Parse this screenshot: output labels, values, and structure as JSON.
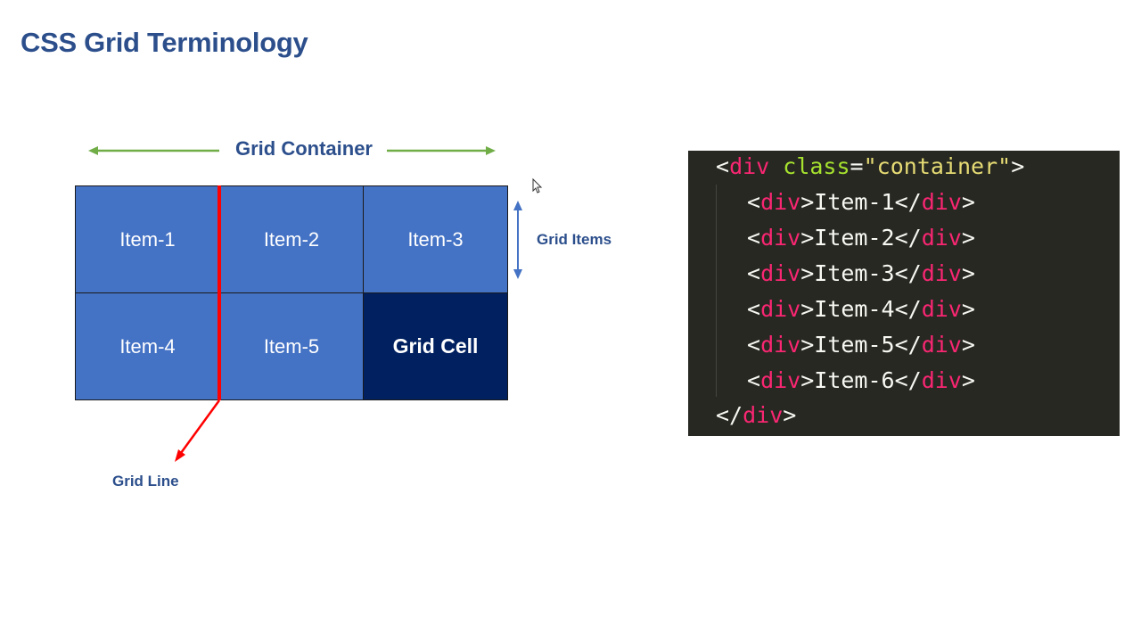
{
  "slide": {
    "title": "CSS Grid Terminology"
  },
  "diagram": {
    "container_label": "Grid Container",
    "items_label": "Grid Items",
    "line_label": "Grid Line",
    "cells": [
      "Item-1",
      "Item-2",
      "Item-3",
      "Item-4",
      "Item-5",
      "Grid Cell"
    ]
  },
  "colors": {
    "title": "#2c4f8c",
    "cell": "#4472c4",
    "highlight_cell": "#002060",
    "grid_line": "#ff0000",
    "container_arrow": "#70ad47",
    "items_arrow": "#4472c4",
    "code_bg": "#272822"
  },
  "code": {
    "open_tag": "div",
    "attr_name": "class",
    "attr_value": "\"container\"",
    "child_tag": "div",
    "children": [
      "Item-1",
      "Item-2",
      "Item-3",
      "Item-4",
      "Item-5",
      "Item-6"
    ],
    "close_tag": "div"
  }
}
